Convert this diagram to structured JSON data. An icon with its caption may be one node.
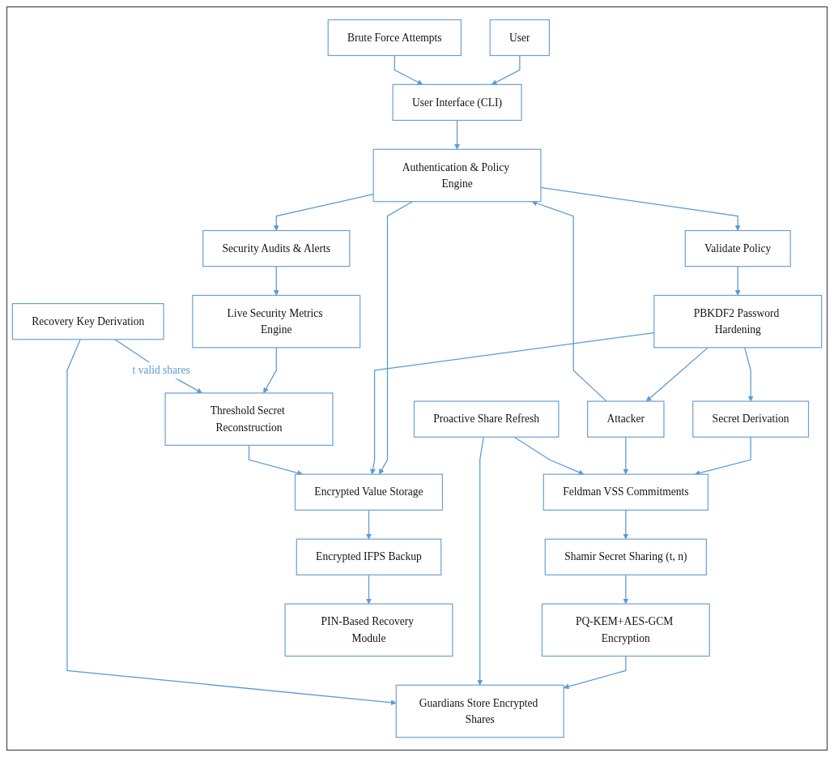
{
  "diagram": {
    "nodes": [
      {
        "text": [
          "User"
        ]
      },
      {
        "text": [
          "User Interface (CLI)"
        ]
      },
      {
        "text": [
          "Brute Force Attempts"
        ]
      },
      {
        "text": [
          "Authentication & Policy Engine"
        ]
      },
      {
        "text": [
          "Security Audits & Alerts"
        ]
      },
      {
        "text": [
          "Attacker"
        ]
      },
      {
        "text": [
          "Validate Policy"
        ]
      },
      {
        "text": [
          "PBKDF2 Password Hardening"
        ]
      },
      {
        "text": [
          "Encrypted Value Storage"
        ]
      },
      {
        "text": [
          "Live Security Metrics Engine"
        ]
      },
      {
        "text": [
          "Secret Derivation"
        ]
      },
      {
        "text": [
          "Encrypted IFPS Backup"
        ]
      },
      {
        "text": [
          "Feldman VSS Commitments"
        ]
      },
      {
        "text": [
          "PIN-Based Recovery Module"
        ]
      },
      {
        "text": [
          "Shamir Secret Sharing (t, n)"
        ]
      },
      {
        "text": [
          "Threshold Secret Reconstruction"
        ]
      },
      {
        "text": [
          "Proactive Share Refresh"
        ]
      },
      {
        "text": [
          "PQ-KEM+AES-GCM Encryption"
        ]
      },
      {
        "text": [
          "Recovery Key Derivation"
        ]
      },
      {
        "text": [
          "Guardians Store Encrypted Shares"
        ]
      }
    ],
    "edges": [
      {
        "from": 0,
        "to": 1,
        "arrow": "to"
      },
      {
        "from": 2,
        "to": 1,
        "arrow": "to"
      },
      {
        "from": 1,
        "to": 3,
        "arrow": "to"
      },
      {
        "from": 5,
        "to": 3,
        "arrow": "to"
      },
      {
        "from": 3,
        "to": 4,
        "arrow": "to"
      },
      {
        "from": 3,
        "to": 6,
        "arrow": "to"
      },
      {
        "from": 3,
        "to": 8,
        "arrow": "to"
      },
      {
        "from": 6,
        "to": 7,
        "arrow": "to"
      },
      {
        "from": 7,
        "to": 5,
        "arrow": "to"
      },
      {
        "from": 7,
        "to": 8,
        "arrow": "to"
      },
      {
        "from": 4,
        "to": 9,
        "arrow": "to"
      },
      {
        "from": 15,
        "to": 8,
        "arrow": "to"
      },
      {
        "from": 7,
        "to": 10,
        "arrow": "to"
      },
      {
        "from": 8,
        "to": 11,
        "arrow": "to"
      },
      {
        "from": 10,
        "to": 12,
        "arrow": "to"
      },
      {
        "from": 5,
        "to": 12,
        "arrow": "to"
      },
      {
        "from": 16,
        "to": 12,
        "arrow": "to"
      },
      {
        "from": 11,
        "to": 13,
        "arrow": "to"
      },
      {
        "from": 12,
        "to": 14,
        "arrow": "to"
      },
      {
        "from": 9,
        "to": 15,
        "arrow": "to"
      },
      {
        "from": 14,
        "to": 17,
        "arrow": "to"
      },
      {
        "from": 18,
        "to": 15,
        "label": "t valid shares",
        "arrow": "to"
      },
      {
        "from": 17,
        "to": 19,
        "arrow": "to"
      },
      {
        "from": 16,
        "to": 19,
        "arrow": "to"
      },
      {
        "from": 18,
        "to": 19,
        "arrow": "to"
      }
    ]
  }
}
